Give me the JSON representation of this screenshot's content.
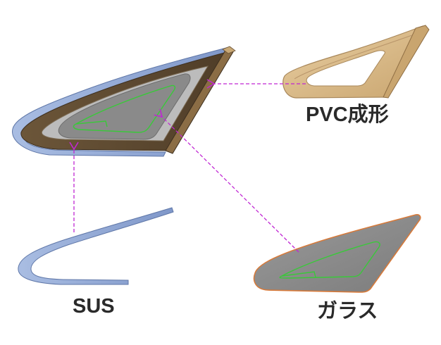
{
  "labels": {
    "pvc": "PVC成形",
    "sus": "SUS",
    "glass": "ガラス"
  },
  "colors": {
    "arrow": "#c026d3",
    "pvc_fill": "#d8b682",
    "pvc_edge": "#a8875a",
    "sus_fill": "#93a9d6",
    "sus_edge": "#5f77a8",
    "glass_fill": "#8d8d8d",
    "glass_edge": "#d77a3a",
    "silk_line": "#39c939",
    "assembly_dark": "#5e4a32",
    "assembly_gray": "#8a8a8a"
  }
}
